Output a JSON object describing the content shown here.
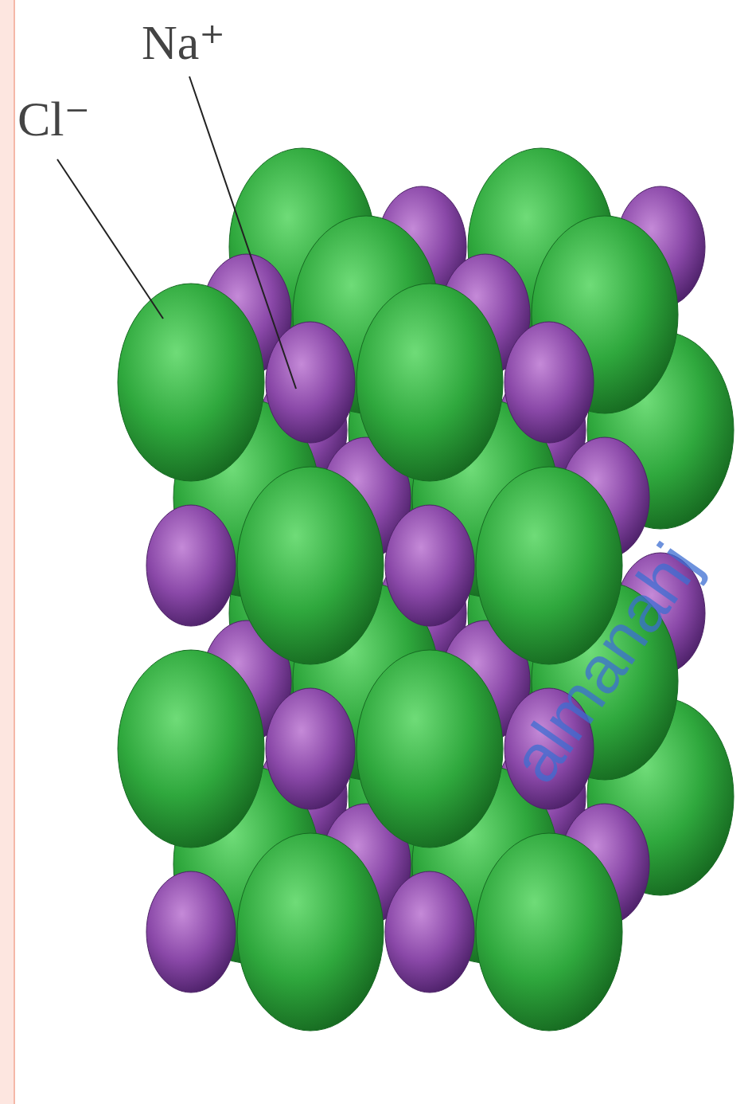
{
  "diagram": {
    "labels": [
      "Cl⁻",
      "Na⁺",
      "almanahj"
    ]
  }
}
